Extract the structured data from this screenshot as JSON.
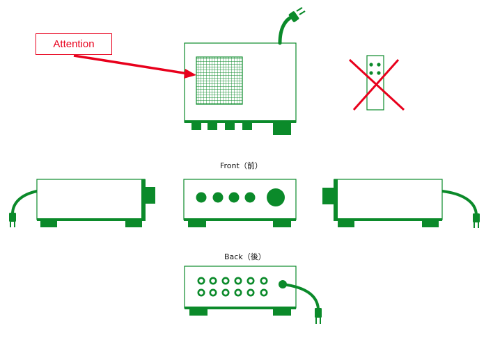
{
  "labels": {
    "attention": "Attention",
    "front": "Front（前）",
    "back": "Back（後）"
  },
  "colors": {
    "device": "#0b8a2a",
    "warning": "#e8001c",
    "background": "#ffffff"
  },
  "icons": {
    "remote": "remote-control-icon",
    "cross": "cross-mark-icon",
    "plug": "power-plug-icon"
  }
}
